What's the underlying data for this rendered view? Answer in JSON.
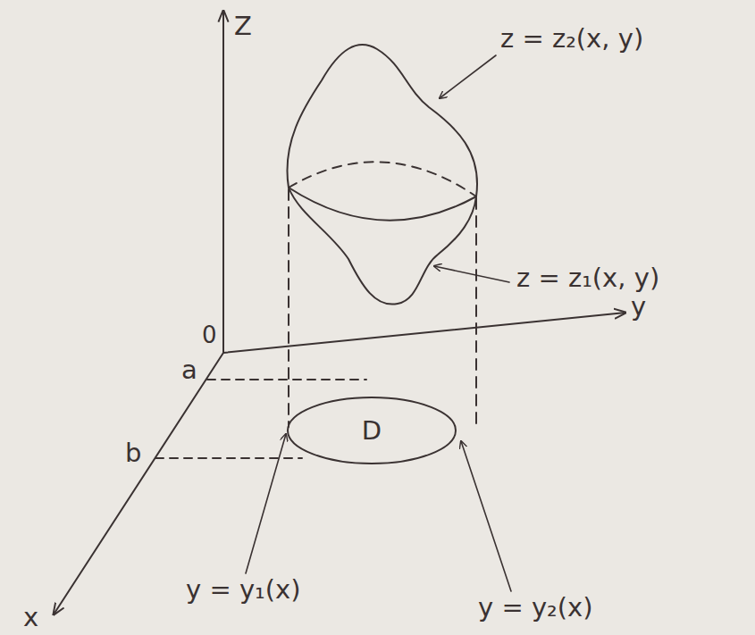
{
  "diagram": {
    "nodes": [
      {
        "text": [
          "D"
        ]
      }
    ],
    "labels": [
      "Z",
      "z = z₂(x, y)",
      "z = z₁(x, y)",
      "0",
      "y",
      "a",
      "b",
      "x",
      "y = y₁(x)",
      "y = y₂(x)"
    ]
  }
}
